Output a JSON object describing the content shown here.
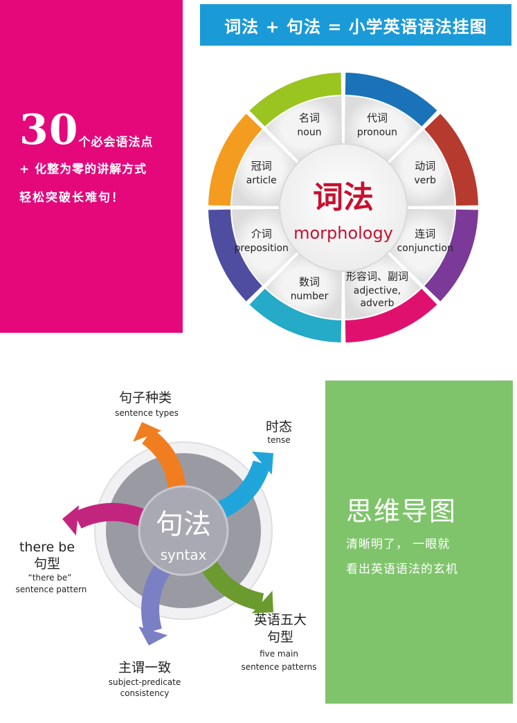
{
  "header": {
    "title": "词法 + 句法 = 小学英语语法挂图"
  },
  "promo": {
    "number": "30",
    "line1": "个必会语法点",
    "line2": "+ 化整为零的讲解方式",
    "line3": "轻松突破长难句！"
  },
  "morphology": {
    "center_cn": "词法",
    "center_en": "morphology",
    "items": [
      {
        "cn": "名词",
        "en": "noun",
        "color": "#9ac41f"
      },
      {
        "cn": "代词",
        "en": "pronoun",
        "color": "#1a73b8"
      },
      {
        "cn": "动词",
        "en": "verb",
        "color": "#b73a2e"
      },
      {
        "cn": "连词",
        "en": "conjunction",
        "color": "#7b3a98"
      },
      {
        "cn": "形容词、副词",
        "en": "adjective,",
        "en2": "adverb",
        "color": "#e0116e"
      },
      {
        "cn": "数词",
        "en": "number",
        "color": "#25aac8"
      },
      {
        "cn": "介词",
        "en": "preposition",
        "color": "#4e4d9f"
      },
      {
        "cn": "冠词",
        "en": "article",
        "color": "#f39c1f"
      }
    ]
  },
  "syntax": {
    "center_cn": "句法",
    "center_en": "syntax",
    "items": [
      {
        "cn": "句子种类",
        "en": "sentence types",
        "color": "#f07d20"
      },
      {
        "cn": "时态",
        "en": "tense",
        "color": "#20a5da"
      },
      {
        "cn": "英语五大",
        "cn2": "句型",
        "en": "five main",
        "en2": "sentence patterns",
        "color": "#6b9a2e"
      },
      {
        "cn": "主谓一致",
        "en": "subject-predicate",
        "en2": "consistency",
        "color": "#7b7fc4"
      },
      {
        "cn": "there be",
        "cn2": "句型",
        "en": "“there be”",
        "en2": "sentence pattern",
        "color": "#c2257e"
      }
    ]
  },
  "mindmap": {
    "title": "思维导图",
    "line1": "清晰明了，  一眼就",
    "line2": "看出英语语法的玄机"
  }
}
